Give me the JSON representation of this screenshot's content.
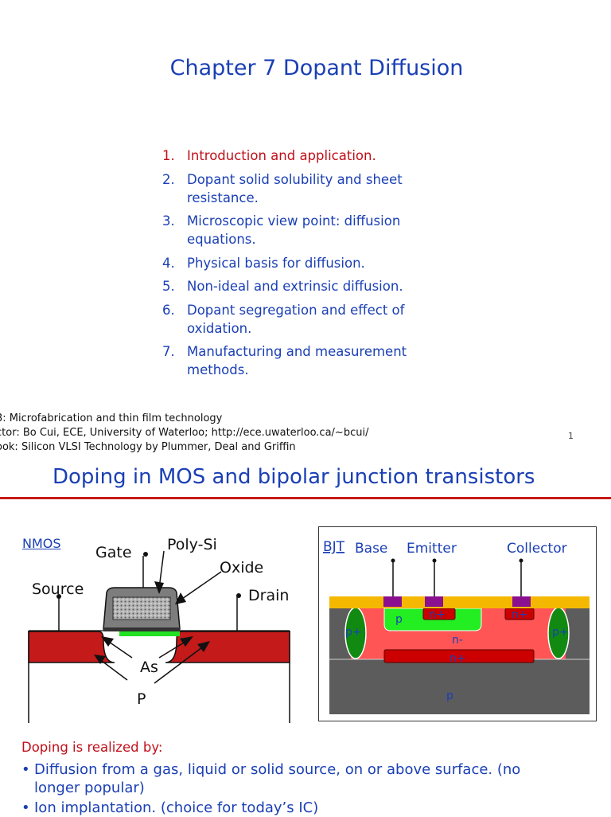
{
  "slide1": {
    "title": "Chapter 7 Dopant Diffusion",
    "toc": [
      {
        "num": "1.",
        "lines": [
          "Introduction and application."
        ],
        "active": true
      },
      {
        "num": "2.",
        "lines": [
          "Dopant solid solubility and sheet",
          "resistance."
        ]
      },
      {
        "num": "3.",
        "lines": [
          "Microscopic view point: diffusion",
          "equations."
        ]
      },
      {
        "num": "4.",
        "lines": [
          "Physical basis for diffusion."
        ]
      },
      {
        "num": "5.",
        "lines": [
          "Non-ideal and extrinsic diffusion."
        ]
      },
      {
        "num": "6.",
        "lines": [
          "Dopant segregation and effect of",
          "oxidation."
        ]
      },
      {
        "num": "7.",
        "lines": [
          "Manufacturing and measurement",
          "methods."
        ]
      }
    ],
    "footer": {
      "course": "3: Microfabrication and thin film technology",
      "instructor": "ctor: Bo Cui, ECE, University of Waterloo; http://ece.uwaterloo.ca/~bcui/",
      "textbook": "ook: Silicon VLSI Technology by Plummer, Deal and Griffin"
    },
    "page_number": "1"
  },
  "slide2": {
    "title": "Doping in MOS and bipolar junction transistors",
    "nmos": {
      "label": "NMOS",
      "gate": "Gate",
      "polysi": "Poly-Si",
      "oxide": "Oxide",
      "source": "Source",
      "drain": "Drain",
      "as": "As",
      "p": "P"
    },
    "bjt": {
      "label": "BJT",
      "base": "Base",
      "emitter": "Emitter",
      "collector": "Collector",
      "p_base": "p",
      "n_plus_emitter": "n+",
      "n_plus_collector": "n+",
      "p_plus_left": "p+",
      "p_plus_right": "p+",
      "n_minus": "n-",
      "n_plus_buried": "n+",
      "p_substrate": "p"
    },
    "doping_heading": "Doping is realized by:",
    "bullets": [
      {
        "lines": [
          "Diffusion from a gas, liquid or solid source, on or above surface. (no",
          "longer popular)"
        ]
      },
      {
        "lines": [
          "Ion implantation. (choice for today’s IC)"
        ]
      }
    ],
    "colors": {
      "title_blue": "#1a3fb5",
      "highlight_red": "#c0101a",
      "divider_red": "#c81818",
      "doped_red": "#c41a1a",
      "channel_green": "#22e022",
      "metal_purple": "#8a1090",
      "oxide_yellow": "#f5b800"
    }
  }
}
